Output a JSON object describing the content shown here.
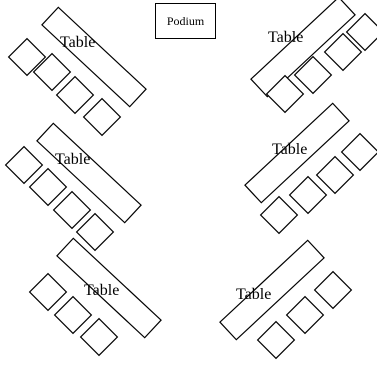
{
  "podium": {
    "label": "Podium"
  },
  "tables": [
    {
      "label": "Table",
      "chairs": 4
    },
    {
      "label": "Table",
      "chairs": 4
    },
    {
      "label": "Table",
      "chairs": 4
    },
    {
      "label": "Table",
      "chairs": 4
    },
    {
      "label": "Table",
      "chairs": 3
    },
    {
      "label": "Table",
      "chairs": 3
    }
  ],
  "colors": {
    "stroke": "#000000",
    "fill": "#ffffff"
  }
}
